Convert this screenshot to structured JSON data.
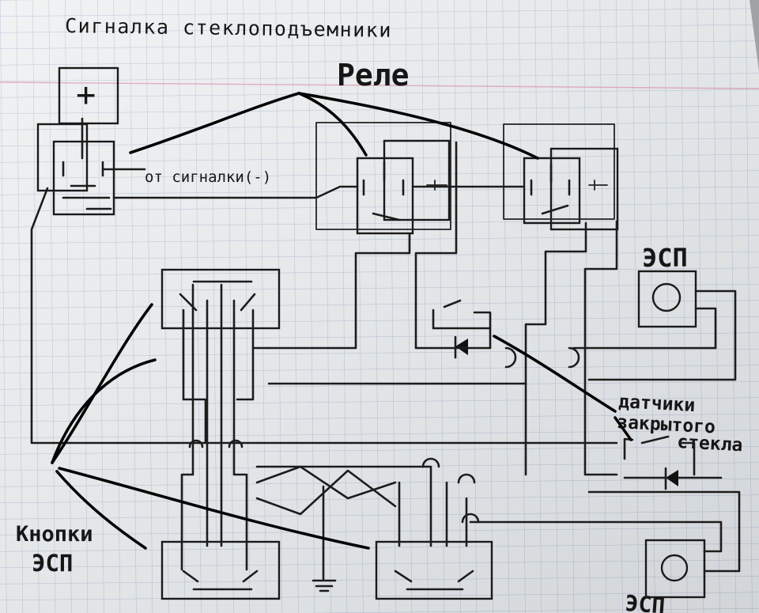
{
  "title": "Сигналка стеклоподъемники",
  "labels": {
    "plus": "+",
    "relays": "Реле",
    "from_alarm": "от сигналки(-)",
    "esp_top": "ЭСП",
    "sensors_line1": "датчики",
    "sensors_line2": "закрытого",
    "sensors_line3": "стекла",
    "buttons_line1": "Кнопки",
    "buttons_line2": "ЭСП",
    "esp_bottom": "ЭСП"
  },
  "colors": {
    "paper": "#eef0f1",
    "grid": "#aebfd6",
    "margin": "#e3a3b8",
    "ink": "#1a1a1a"
  }
}
